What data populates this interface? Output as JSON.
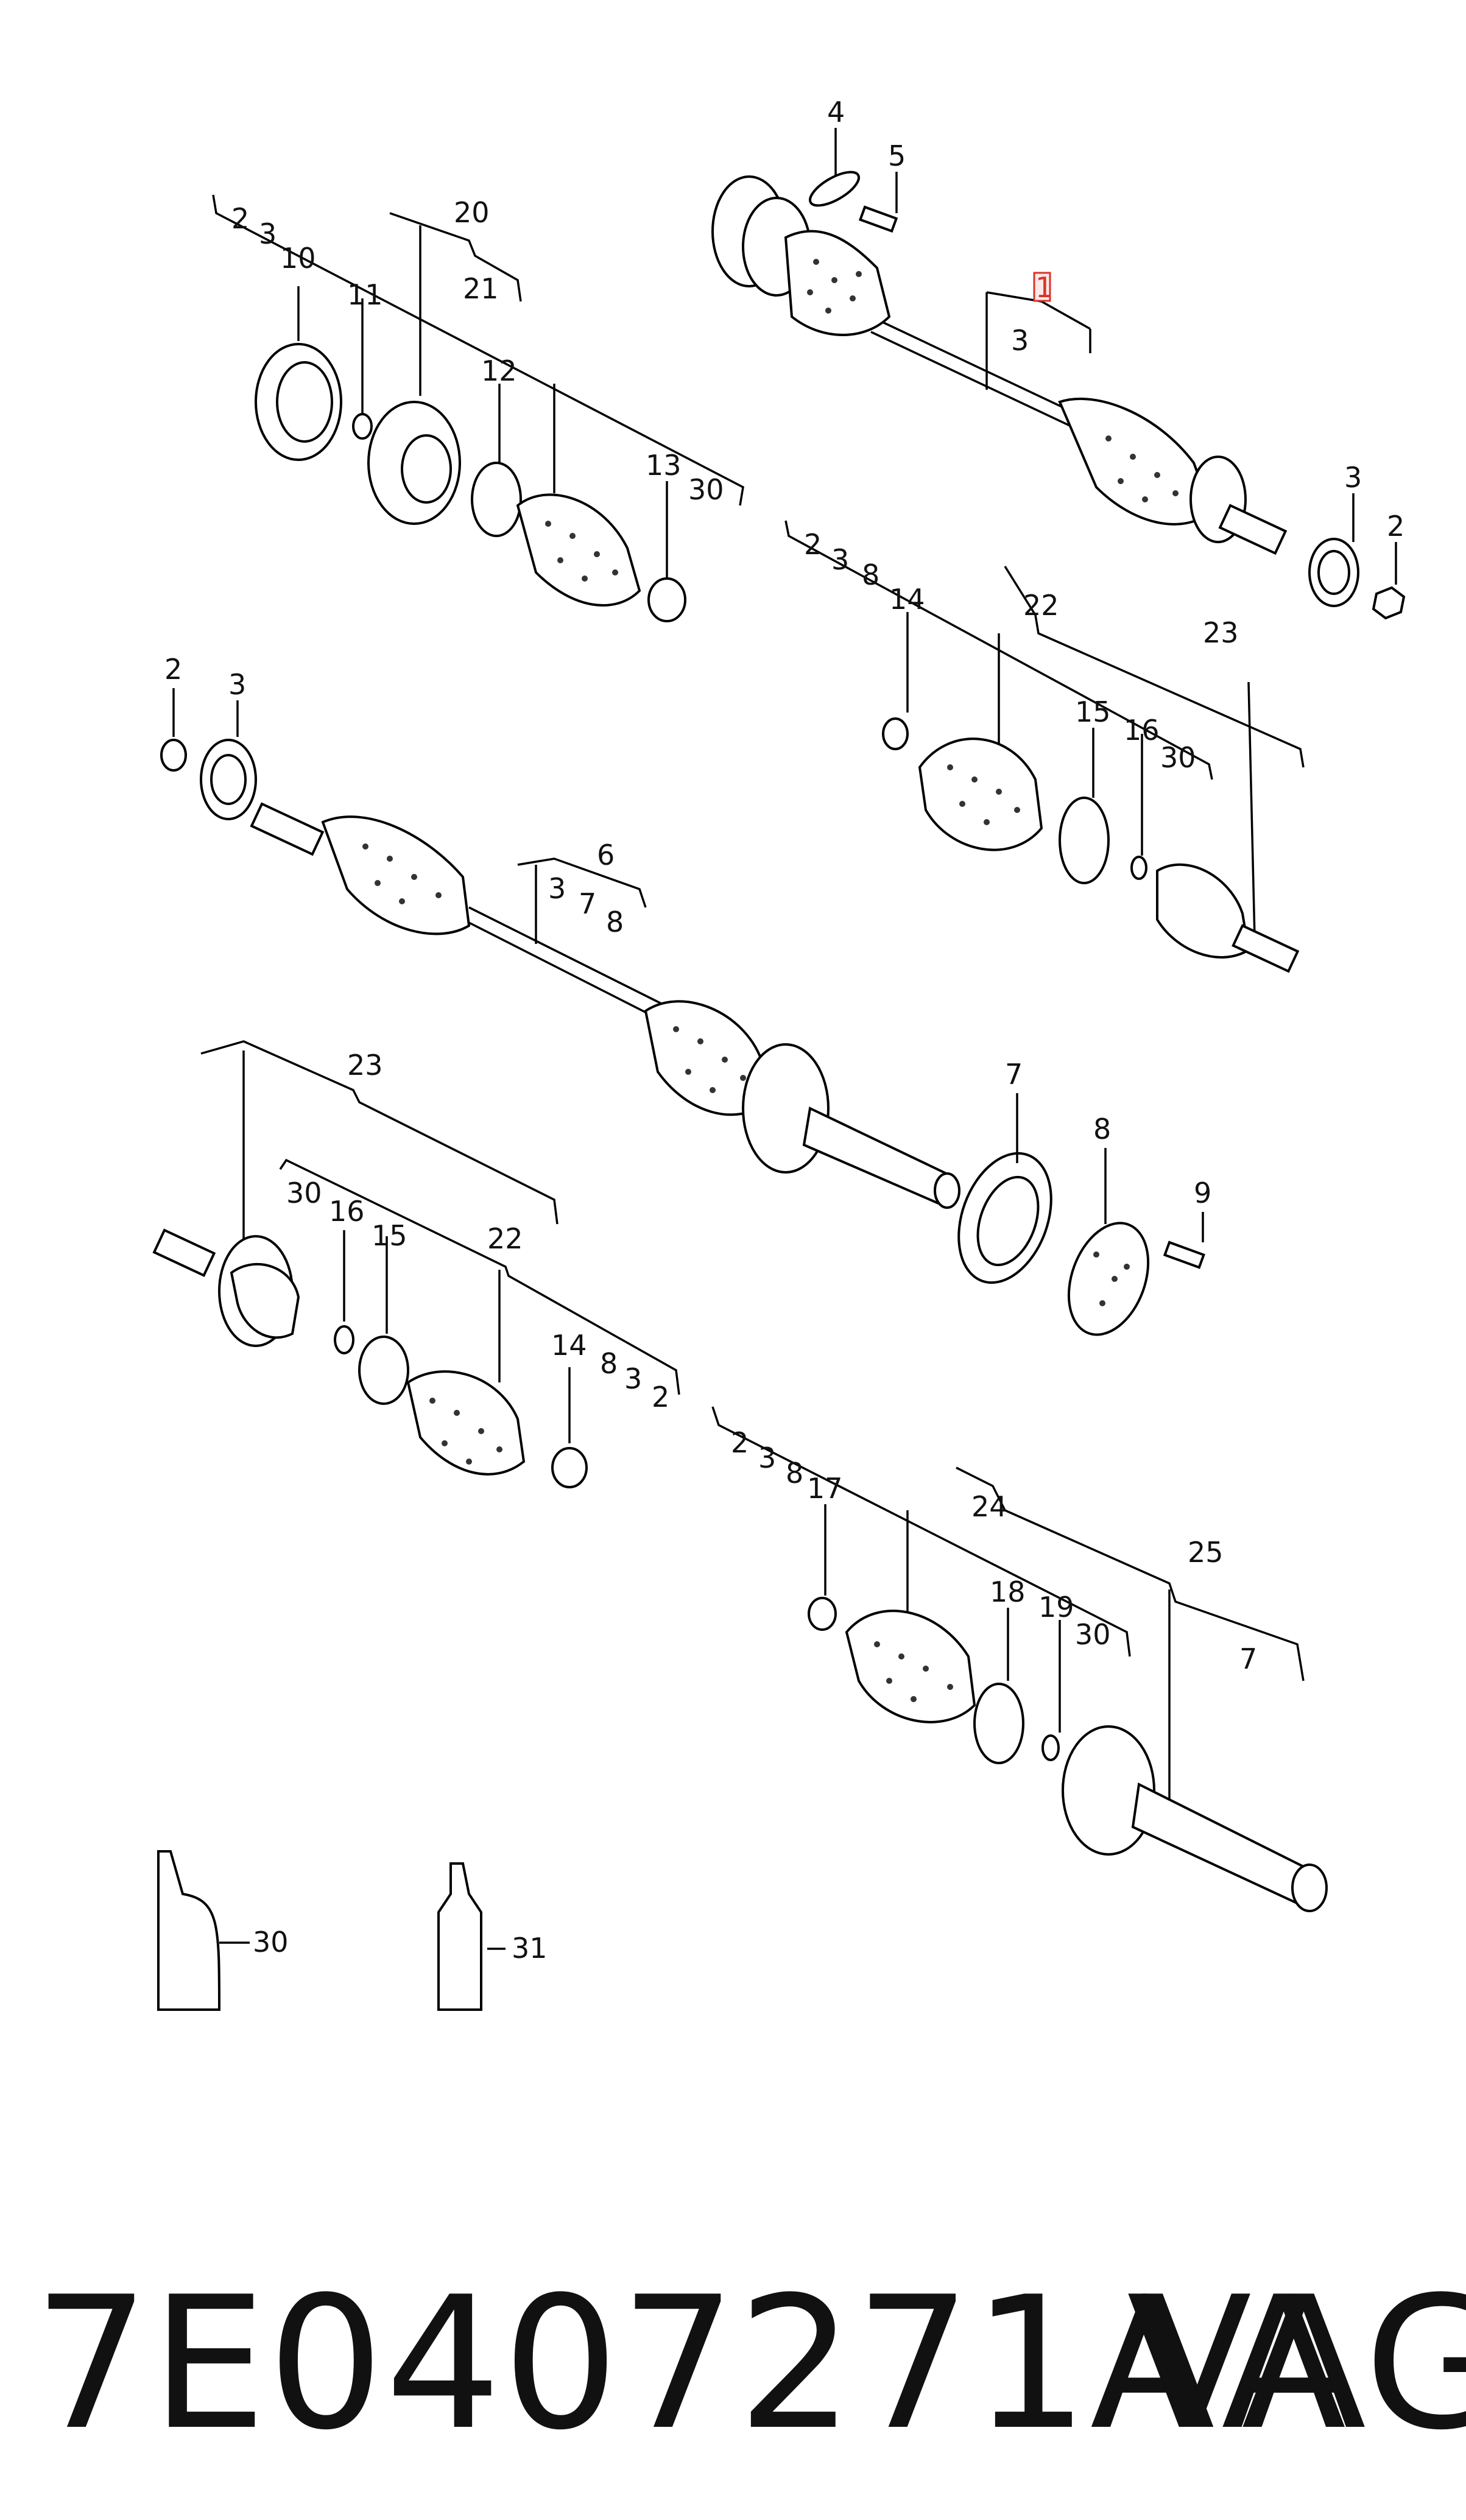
{
  "diagram": {
    "callouts": {
      "c_4": "4",
      "c_5": "5",
      "c_1": "1",
      "c_3a": "3",
      "c_3b": "3",
      "c_2b": "2",
      "c_2a": "2",
      "c_3_top": "3",
      "c_10": "10",
      "c_20": "20",
      "c_21": "21",
      "c_11": "11",
      "c_12": "12",
      "c_13": "13",
      "c_30a": "30",
      "c_2_r": "2",
      "c_3_r": "3",
      "c_8_r": "8",
      "c_14_r": "14",
      "c_22_r": "22",
      "c_23_r": "23",
      "c_15_r": "15",
      "c_16_r": "16",
      "c_30_r": "30",
      "c_2_l": "2",
      "c_3_l": "3",
      "c_6": "6",
      "c_3_m": "3",
      "c_7_m": "7",
      "c_8_m": "8",
      "c_23_l": "23",
      "c_7_b": "7",
      "c_8_b": "8",
      "c_9": "9",
      "c_30_l": "30",
      "c_16_l": "16",
      "c_15_l": "15",
      "c_22_l": "22",
      "c_14_l": "14",
      "c_8_l": "8",
      "c_3_l2": "3",
      "c_2_l2": "2",
      "c_2_br": "2",
      "c_3_br": "3",
      "c_8_br": "8",
      "c_17": "17",
      "c_24": "24",
      "c_25": "25",
      "c_18": "18",
      "c_19": "19",
      "c_30_br": "30",
      "c_7_br": "7",
      "c_30_tube": "30",
      "c_31": "31"
    }
  },
  "footer": {
    "part_number": "7E0407271AA",
    "brand": "VAG"
  }
}
